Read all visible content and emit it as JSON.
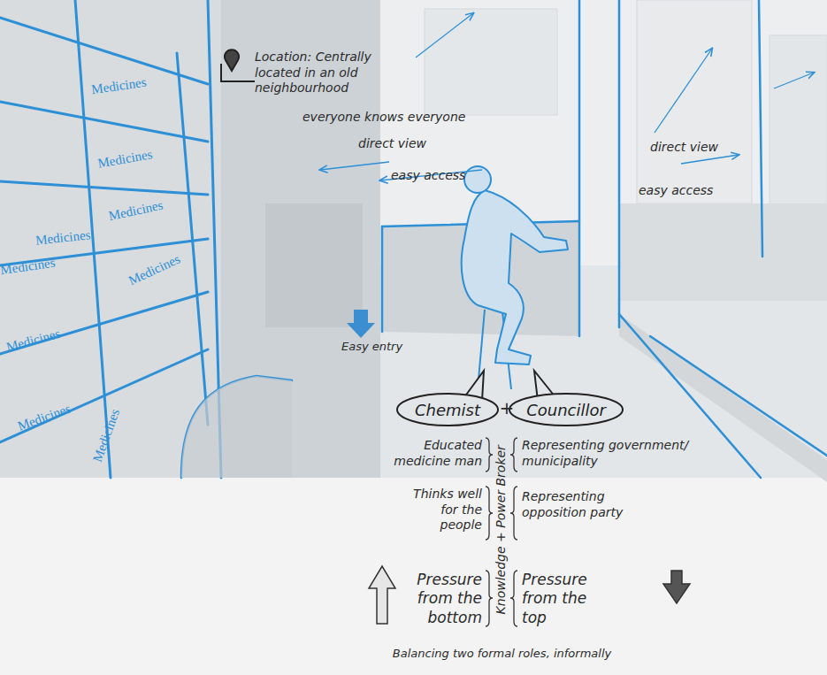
{
  "diagram": {
    "caption": "Balancing two formal roles, informally",
    "nodes": [
      {
        "text": [
          "Chemist"
        ]
      },
      {
        "text": [
          "Councillor"
        ]
      }
    ],
    "labels": [
      "Location: Centrally located in an old neighbourhood",
      "everyone knows everyone",
      "direct view",
      "easy access",
      "direct view",
      "easy access",
      "Medicines",
      "Medicines",
      "Medicines",
      "Medicines",
      "Medicines",
      "Medicines",
      "Medicines",
      "Medicines",
      "Medicines",
      "Easy entry",
      "+",
      "Educated medicine man",
      "Representing government/ municipality",
      "Thinks well for the people",
      "Representing opposition party",
      "Pressure from the bottom",
      "Pressure from the top",
      "Knowledge + Power Broker"
    ]
  }
}
